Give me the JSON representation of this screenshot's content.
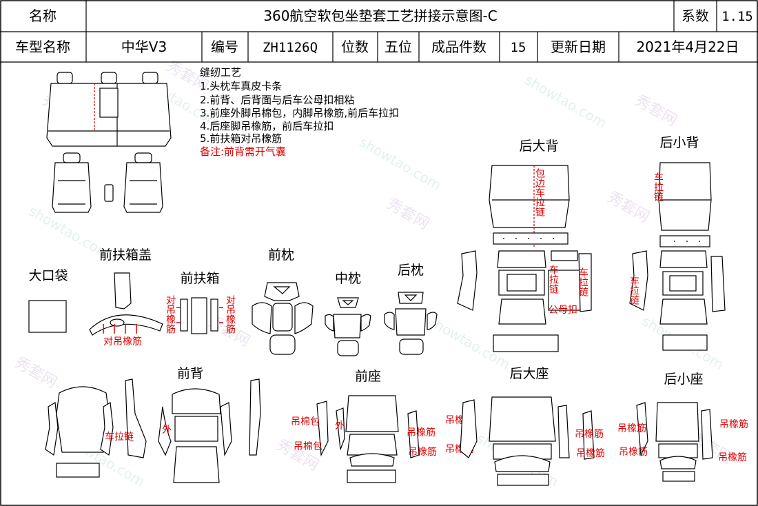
{
  "header": {
    "row1": {
      "name_label": "名称",
      "title": "360航空软包坐垫套工艺拼接示意图-C",
      "coef_label": "系数",
      "coef_value": "1.15"
    },
    "row2": {
      "model_label": "车型名称",
      "model_value": "中华V3",
      "code_label": "编号",
      "code_value": "ZH1126Q",
      "seats_label": "位数",
      "seats_value": "五位",
      "pieces_label": "成品件数",
      "pieces_value": "15",
      "date_label": "更新日期",
      "date_value": "2021年4月22日"
    }
  },
  "notes": {
    "heading": "缝纫工艺",
    "items": [
      "1.头枕车真皮卡条",
      "2.前背、后背面与后车公母扣相粘",
      "3.前座外脚吊棉包，内脚吊橡筋,前后车拉扣",
      "4.后座脚吊橡筋，前后车拉扣",
      "5.前扶箱对吊橡筋"
    ],
    "remark": "备注:前背需开气囊"
  },
  "parts": {
    "rear_big_back": "后大背",
    "rear_small_back": "后小背",
    "front_armrest_lid": "前扶箱盖",
    "front_armrest": "前扶箱",
    "front_headrest": "前枕",
    "mid_headrest": "中枕",
    "rear_headrest": "后枕",
    "big_pocket": "大口袋",
    "front_back": "前背",
    "front_seat": "前座",
    "rear_big_seat": "后大座",
    "rear_small_seat": "后小座"
  },
  "annotations": {
    "pair_elastic": "对吊橡筋",
    "pair_elastic_v": "对吊橡筋",
    "zip_v": "车拉链",
    "edge_zip_v": "包边车拉链",
    "snap": "公母扣",
    "hang_pad": "吊棉包",
    "outer": "外",
    "hang_elastic": "吊橡筋",
    "zip_h": "车拉链"
  },
  "watermarks": [
    "秀套网",
    "showtao.com"
  ],
  "colors": {
    "annotation": "#e00000",
    "line": "#000000",
    "background": "#ffffff"
  }
}
